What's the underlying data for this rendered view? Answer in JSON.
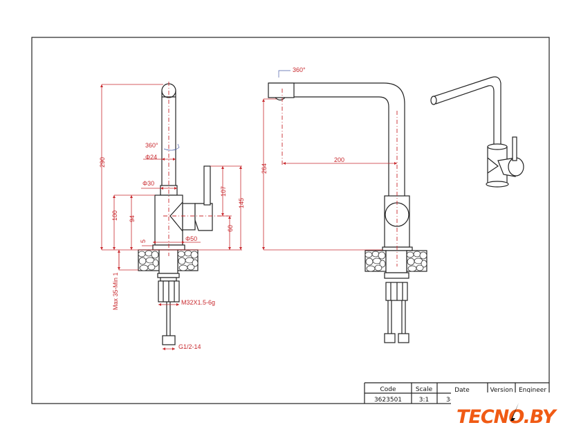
{
  "drawing": {
    "side_view": {
      "dims": {
        "height_total": "290",
        "rotation": "360°",
        "spout_diameter": "Φ24",
        "pipe_diameter": "Φ30",
        "body_height": "100",
        "body_height_inner": "94",
        "handle_height": "107",
        "lever_total_height": "145",
        "handle_axis_height": "60",
        "base_offset": "5",
        "base_diameter": "Φ50",
        "countertop": "Max 35-Min 1",
        "thread": "M32X1.5-6g",
        "hose_thread": "G1/2-14"
      }
    },
    "front_view": {
      "dims": {
        "rotation": "360°",
        "spout_height": "264",
        "spout_reach": "200"
      }
    }
  },
  "title_block": {
    "headers": [
      "Code",
      "Scale",
      "Date",
      "Version",
      "Engineer"
    ],
    "values": [
      "3623501",
      "3:1",
      "3-"
    ]
  },
  "watermark": {
    "text": "TECNO.BY",
    "color": "#f05a14"
  },
  "colors": {
    "dimension": "#c8282d",
    "outline": "#222222"
  }
}
